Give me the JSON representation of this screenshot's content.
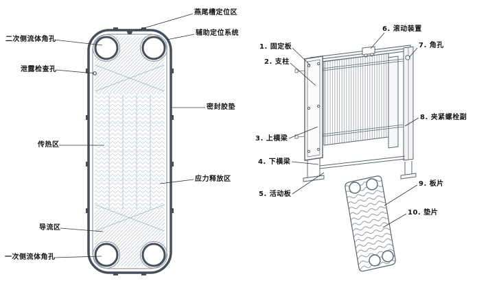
{
  "page": {
    "background": "#ffffff"
  },
  "plate_diagram": {
    "title_semantic": "plate-heat-exchanger-plate",
    "labels": {
      "secondary_corner_hole": "二次侧流体角孔",
      "leak_check_hole": "泄露检查孔",
      "heat_transfer_zone": "传热区",
      "flow_guide_zone": "导流区",
      "primary_corner_hole": "一次侧流体角孔",
      "dovetail_positioning_zone": "燕尾槽定位区",
      "auxiliary_positioning_system": "辅助定位系统",
      "sealing_gasket": "密封胶垫",
      "stress_release_zone": "应力释放区"
    }
  },
  "assembly_diagram": {
    "title_semantic": "plate-heat-exchanger-assembly",
    "labels": {
      "fixed_plate": "1. 固定板",
      "support_column": "2. 支柱",
      "upper_beam": "3. 上横梁",
      "lower_beam": "4. 下横梁",
      "movable_plate": "5. 活动板",
      "rolling_device": "6. 滚动装置",
      "corner_hole": "7. 角孔",
      "clamping_bolt_set": "8. 夹紧螺栓副",
      "plates": "9. 板片",
      "gasket": "10. 垫片"
    }
  },
  "colors": {
    "plate_outline": "#454f5a",
    "machine_line": "#5a646e",
    "leader_line": "#333333",
    "pattern_light": "#ccd4da"
  }
}
